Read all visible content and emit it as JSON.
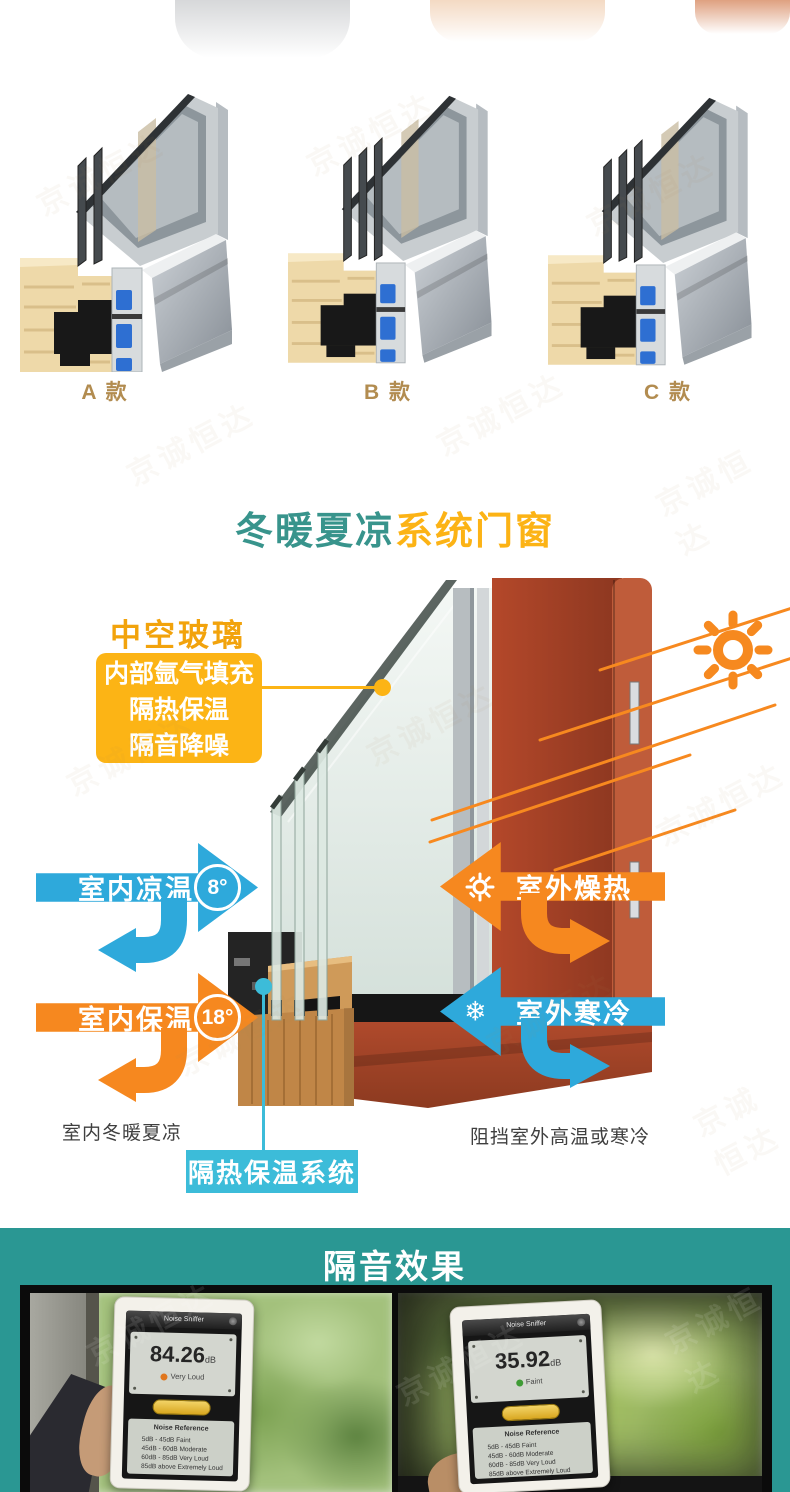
{
  "watermark": "京诚恒达",
  "products": {
    "labels": [
      "A 款",
      "B 款",
      "C 款"
    ]
  },
  "title": {
    "teal": "冬暖夏凉",
    "yellow": "系统门窗"
  },
  "diagram": {
    "glass_title": "中空玻璃",
    "glass_lines": [
      "内部氩气填充",
      "隔热保温",
      "隔音降噪"
    ],
    "arrows": {
      "indoor_cool": {
        "label": "室内凉温",
        "temp": "8°"
      },
      "indoor_warm": {
        "label": "室内保温",
        "temp": "18°"
      },
      "outdoor_hot": {
        "label": "室外燥热"
      },
      "outdoor_cold": {
        "label": "室外寒冷"
      }
    },
    "snowflake_glyph": "❄",
    "caption_indoor": "室内冬暖夏凉",
    "caption_outdoor": "阻挡室外高温或寒冷",
    "system_label": "隔热保温系统"
  },
  "soundproof": {
    "heading": "隔音效果",
    "meters": [
      {
        "app_title": "Noise Sniffer",
        "value": "84.26",
        "unit": "dB",
        "status": "Very Loud",
        "ref_title": "Noise Reference",
        "ref_lines": [
          "5dB - 45dB Faint",
          "45dB - 60dB Moderate",
          "60dB - 85dB Very Loud",
          "85dB above Extremely Loud"
        ]
      },
      {
        "app_title": "Noise Sniffer",
        "value": "35.92",
        "unit": "dB",
        "status": "Faint",
        "ref_title": "Noise Reference",
        "ref_lines": [
          "5dB - 45dB Faint",
          "45dB - 60dB Moderate",
          "60dB - 85dB Very Loud",
          "85dB above Extremely Loud"
        ]
      }
    ]
  },
  "colors": {
    "teal_title": "#38948c",
    "yellow": "#fcb315",
    "orange": "#f6881f",
    "blue": "#2ea9db",
    "cyan": "#3cbcd9",
    "banner_teal": "#2a9793",
    "gold_label": "#b28c50"
  }
}
